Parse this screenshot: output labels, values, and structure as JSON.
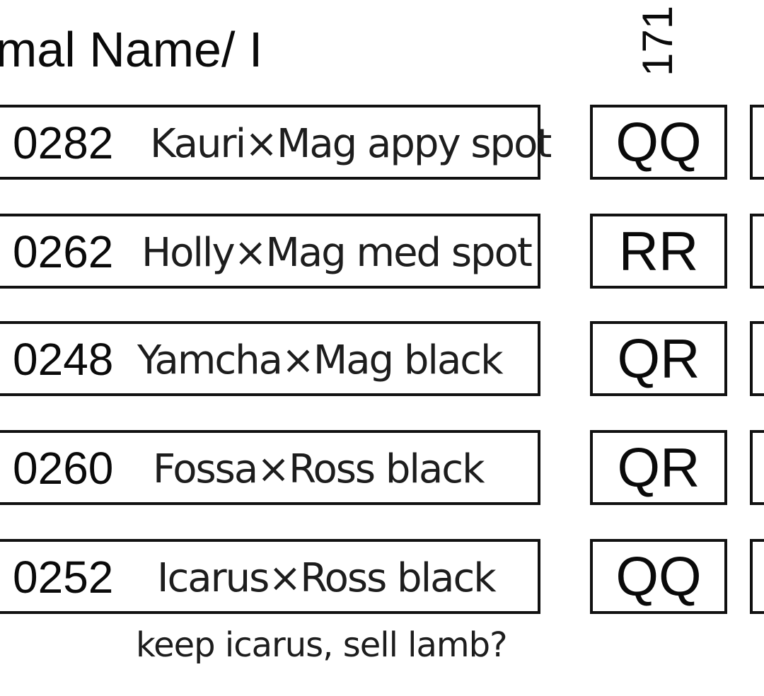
{
  "header": {
    "column_title": "mal Name/ I",
    "column_code": "171"
  },
  "rows": [
    {
      "tag": "0282",
      "description": "Kauri×Mag appy spot",
      "genotype": "QQ"
    },
    {
      "tag": "0262",
      "description": "Holly×Mag med spot",
      "genotype": "RR"
    },
    {
      "tag": "0248",
      "description": "Yamcha×Mag black",
      "genotype": "QR"
    },
    {
      "tag": "0260",
      "description": "Fossa×Ross black",
      "genotype": "QR"
    },
    {
      "tag": "0252",
      "description": "Icarus×Ross black",
      "genotype": "QQ"
    }
  ],
  "note": "keep icarus, sell lamb?"
}
